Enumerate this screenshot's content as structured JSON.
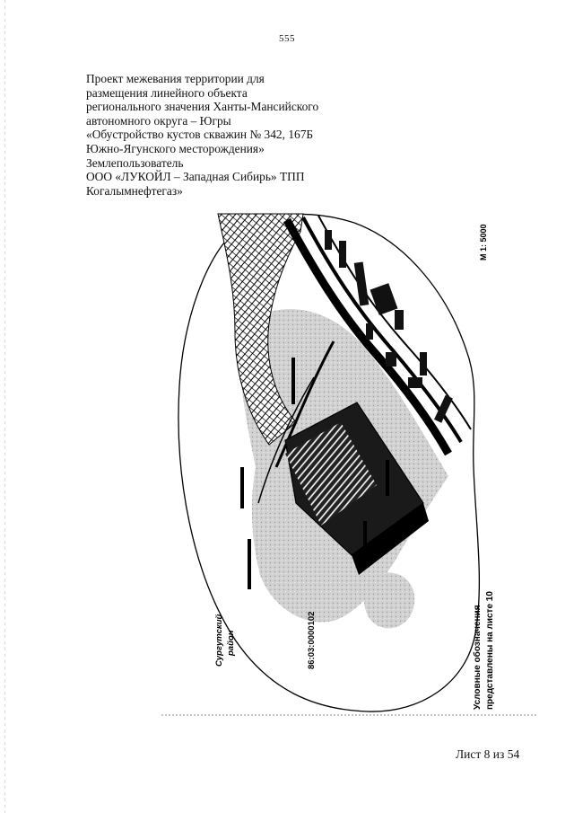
{
  "page_number": "555",
  "heading": {
    "lines": [
      "Проект межевания территории для",
      "размещения линейного объекта",
      "регионального значения Ханты-Мансийского",
      "автономного округа – Югры",
      "«Обустройство кустов скважин № 342, 167Б",
      "Южно-Ягунского месторождения»",
      "Землепользователь",
      "ООО «ЛУКОЙЛ – Западная Сибирь» ТПП",
      "Когалымнефтегаз»"
    ]
  },
  "map": {
    "scale": "М 1: 5000",
    "district_label": [
      "Сургутский",
      "район"
    ],
    "parcel_number": "86:03:0000102",
    "legend_note": [
      "Условные обозначения",
      "представлены на листе 10"
    ]
  },
  "footer": {
    "sheet": "Лист 8 из 54"
  }
}
